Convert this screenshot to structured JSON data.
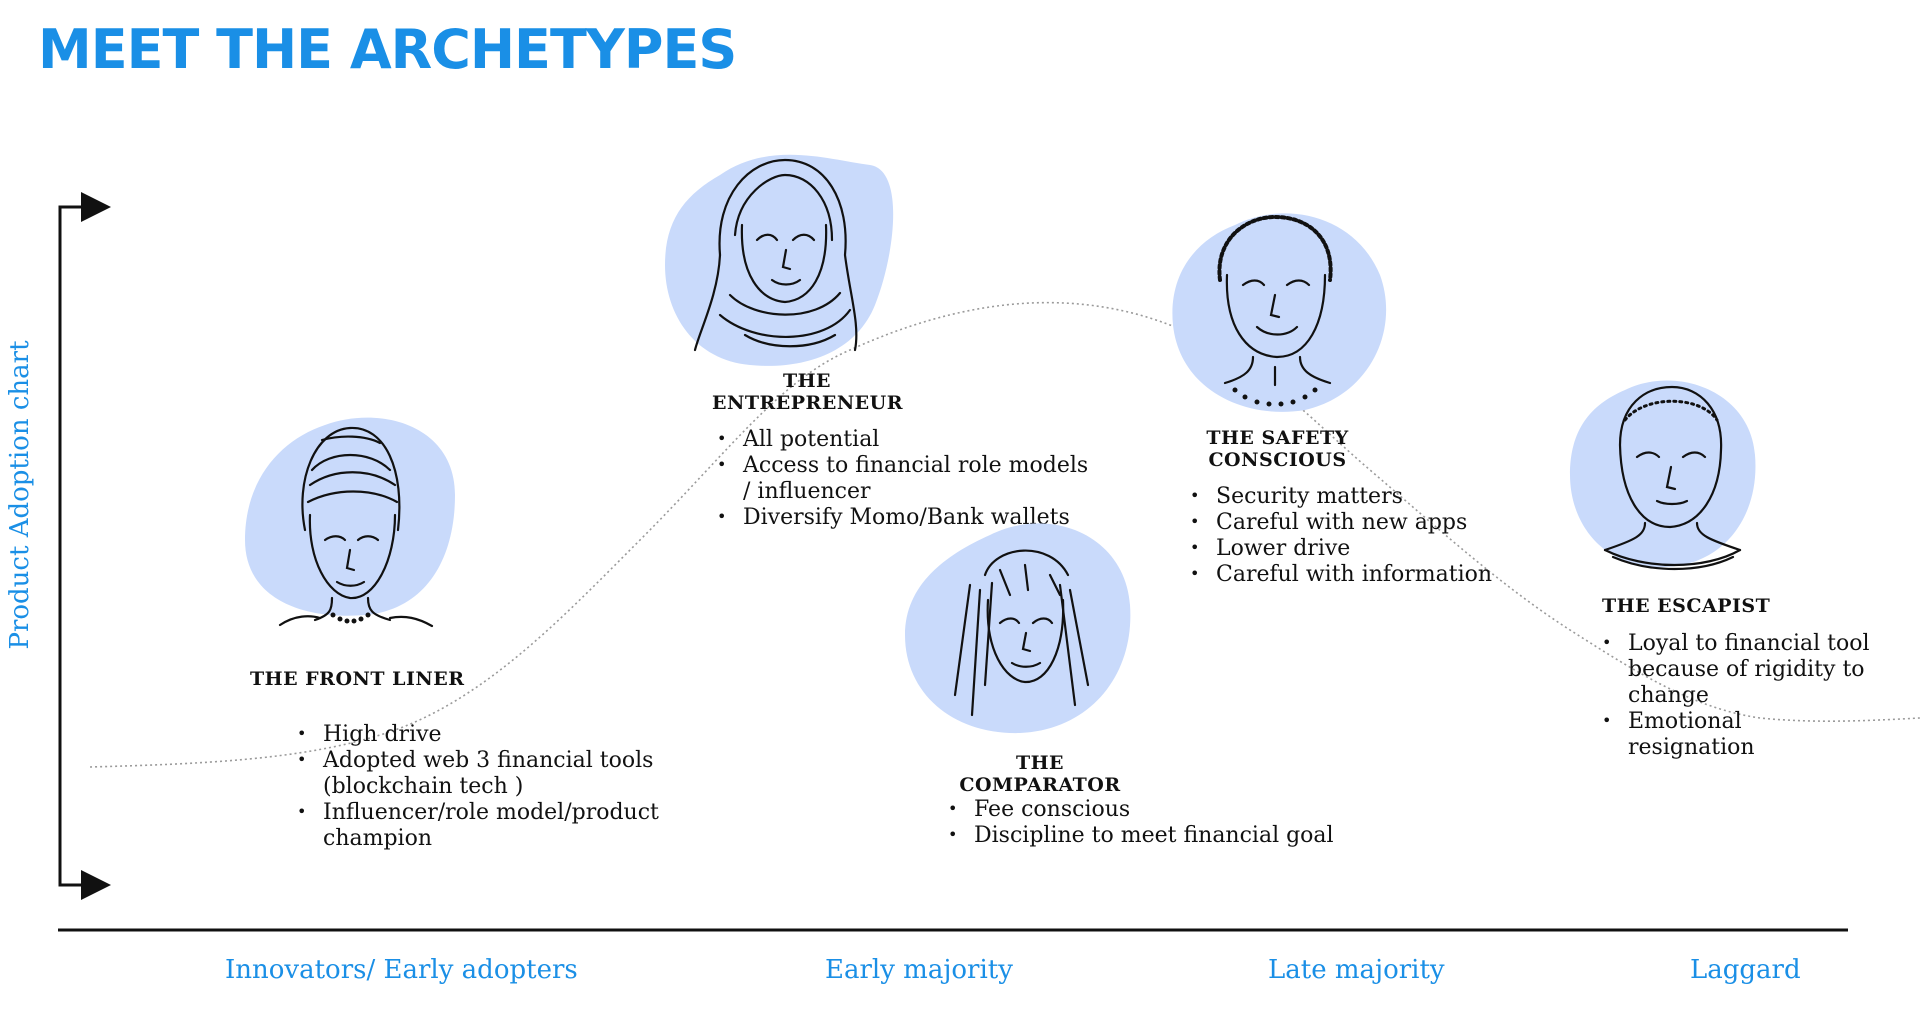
{
  "title": "MEET THE ARCHETYPES",
  "y_axis_label": "Product  Adoption chart",
  "colors": {
    "accent": "#1a8fe6",
    "blob": "#c9dafb",
    "curve": "#9a9a9a"
  },
  "archetypes": [
    {
      "name": "THE  FRONT LINER",
      "traits": [
        "High drive",
        "Adopted web 3 financial tools (blockchain tech )",
        "Influencer/role model/product champion"
      ]
    },
    {
      "name_lines": [
        "THE",
        "ENTREPRENEUR"
      ],
      "traits": [
        "All potential",
        "Access to financial role models / influencer",
        "Diversify Momo/Bank wallets"
      ]
    },
    {
      "name_lines": [
        "THE",
        "COMPARATOR"
      ],
      "traits": [
        "Fee conscious",
        "Discipline to meet financial goal"
      ]
    },
    {
      "name_lines": [
        "THE  SAFETY",
        "CONSCIOUS"
      ],
      "traits": [
        "Security matters",
        "Careful with new apps",
        "Lower drive",
        "Careful with information"
      ]
    },
    {
      "name": "THE ESCAPIST",
      "traits": [
        "Loyal to financial tool because of rigidity to change",
        "Emotional resignation"
      ]
    }
  ],
  "stages": [
    "Innovators/ Early  adopters",
    "Early majority",
    "Late majority",
    "Laggard"
  ]
}
